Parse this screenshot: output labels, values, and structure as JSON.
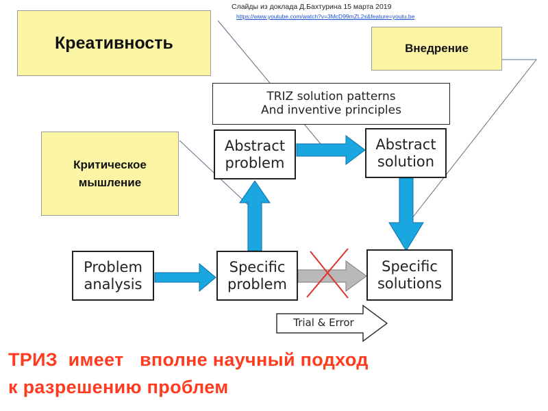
{
  "header": {
    "source_text": "Слайды из доклада Д.Бахтурина 15 марта 2019",
    "source_link": "https://www.youtube.com/watch?v=3McD99mZL2s&feature=youtu.be"
  },
  "callouts": {
    "creativity": "Креативность",
    "implementation": "Внедрение",
    "critical_thinking": "Критическое\nмышление"
  },
  "diagram": {
    "patterns_box": "TRIZ solution patterns\nAnd inventive principles",
    "abstract_problem": "Abstract\nproblem",
    "abstract_solution": "Abstract\nsolution",
    "problem_analysis": "Problem\nanalysis",
    "specific_problem": "Specific\nproblem",
    "specific_solutions": "Specific\nsolutions",
    "trial_error": "Trial & Error"
  },
  "footer": {
    "line1": "ТРИЗ  имеет   вполне научный подход",
    "line2": "к разрешению проблем"
  },
  "colors": {
    "arrow_blue": "#1aa7e0",
    "callout_yellow": "#fdf5a6",
    "footer_red": "#ff3b1f",
    "cross_red": "#e0302a"
  }
}
